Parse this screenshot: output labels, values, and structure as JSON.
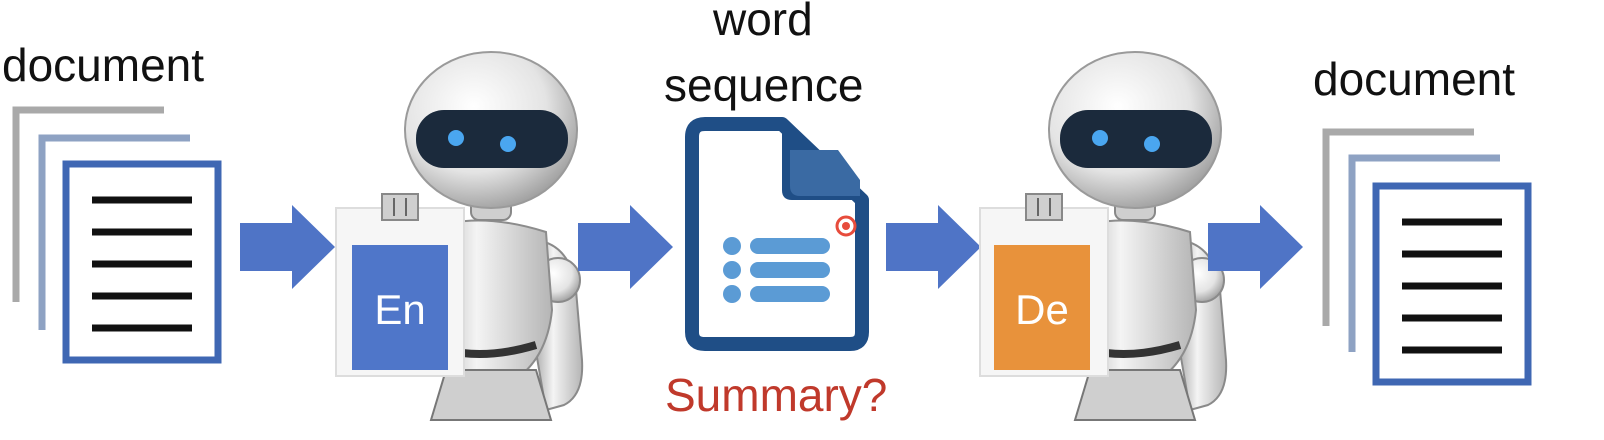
{
  "labels": {
    "input_document": "document",
    "middle_line1": "word",
    "middle_line2": "sequence",
    "output_document": "document",
    "summary": "Summary?"
  },
  "encoder_tag": {
    "text": "En",
    "color": "#4f76c9"
  },
  "decoder_tag": {
    "text": "De",
    "color": "#e8923b"
  },
  "colors": {
    "arrow": "#4f74c6",
    "doc_frame": "#3f67b3",
    "doc_back_gray": "#a9a9a9",
    "doc_back_blue": "#8ea2c3",
    "doc_lines": "#111111",
    "summary_text": "#c0392b",
    "sequence_doc": "#1f4e86",
    "sequence_bullets": "#5b9bd5",
    "robot_visor": "#1b2a3c",
    "robot_eye": "#4aa6f0"
  },
  "icons": {
    "input_documents": "document-stack-icon",
    "encoder_robot": "robot-icon",
    "sequence": "word-sequence-document-icon",
    "decoder_robot": "robot-icon",
    "output_documents": "document-stack-icon",
    "arrows": "right-arrow-icon"
  }
}
